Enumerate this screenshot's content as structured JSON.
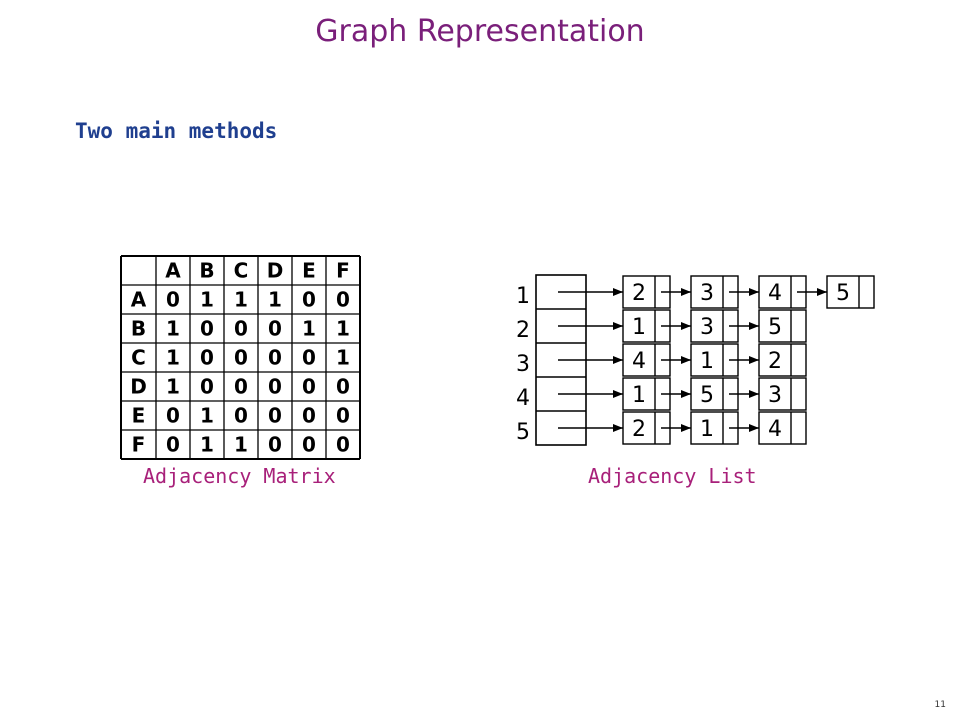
{
  "slide": {
    "title": "Graph Representation",
    "subtitle": "Two main methods",
    "page_number": "11"
  },
  "matrix": {
    "caption": "Adjacency Matrix",
    "columns": [
      "A",
      "B",
      "C",
      "D",
      "E",
      "F"
    ],
    "rows": [
      {
        "label": "A",
        "values": [
          "0",
          "1",
          "1",
          "1",
          "0",
          "0"
        ]
      },
      {
        "label": "B",
        "values": [
          "1",
          "0",
          "0",
          "0",
          "1",
          "1"
        ]
      },
      {
        "label": "C",
        "values": [
          "1",
          "0",
          "0",
          "0",
          "0",
          "1"
        ]
      },
      {
        "label": "D",
        "values": [
          "1",
          "0",
          "0",
          "0",
          "0",
          "0"
        ]
      },
      {
        "label": "E",
        "values": [
          "0",
          "1",
          "0",
          "0",
          "0",
          "0"
        ]
      },
      {
        "label": "F",
        "values": [
          "0",
          "1",
          "1",
          "0",
          "0",
          "0"
        ]
      }
    ]
  },
  "adjacency_list": {
    "caption": "Adjacency List",
    "vertices": [
      {
        "label": "1",
        "neighbors": [
          "2",
          "3",
          "4",
          "5"
        ]
      },
      {
        "label": "2",
        "neighbors": [
          "1",
          "3",
          "5"
        ]
      },
      {
        "label": "3",
        "neighbors": [
          "4",
          "1",
          "2"
        ]
      },
      {
        "label": "4",
        "neighbors": [
          "1",
          "5",
          "3"
        ]
      },
      {
        "label": "5",
        "neighbors": [
          "2",
          "1",
          "4"
        ]
      }
    ]
  },
  "colors": {
    "title": "#7a1f7a",
    "subtitle": "#1f3f8f",
    "caption": "#a8207a"
  }
}
